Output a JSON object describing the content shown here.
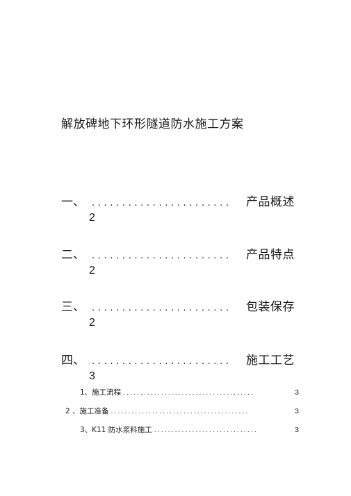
{
  "title": "解放碑地下环形隧道防水施工方案",
  "toc": [
    {
      "num": "一、",
      "dots": ".......................",
      "label": "产品概述",
      "page": "2"
    },
    {
      "num": "二、",
      "dots": ".......................",
      "label": "产品特点",
      "page": "2"
    },
    {
      "num": "三、",
      "dots": ".......................",
      "label": "包装保存",
      "page": "2"
    },
    {
      "num": "四、",
      "dots": ".......................",
      "label": "施工工艺",
      "page": "3"
    }
  ],
  "subtoc": [
    {
      "label": "1、施工流程",
      "dots": "......................................",
      "page": "3"
    },
    {
      "label": "2 、施工准备",
      "dots": "........................................",
      "page": "3"
    },
    {
      "label": "3、K11 防水浆料施工",
      "dots": "..............................",
      "page": "3"
    }
  ]
}
